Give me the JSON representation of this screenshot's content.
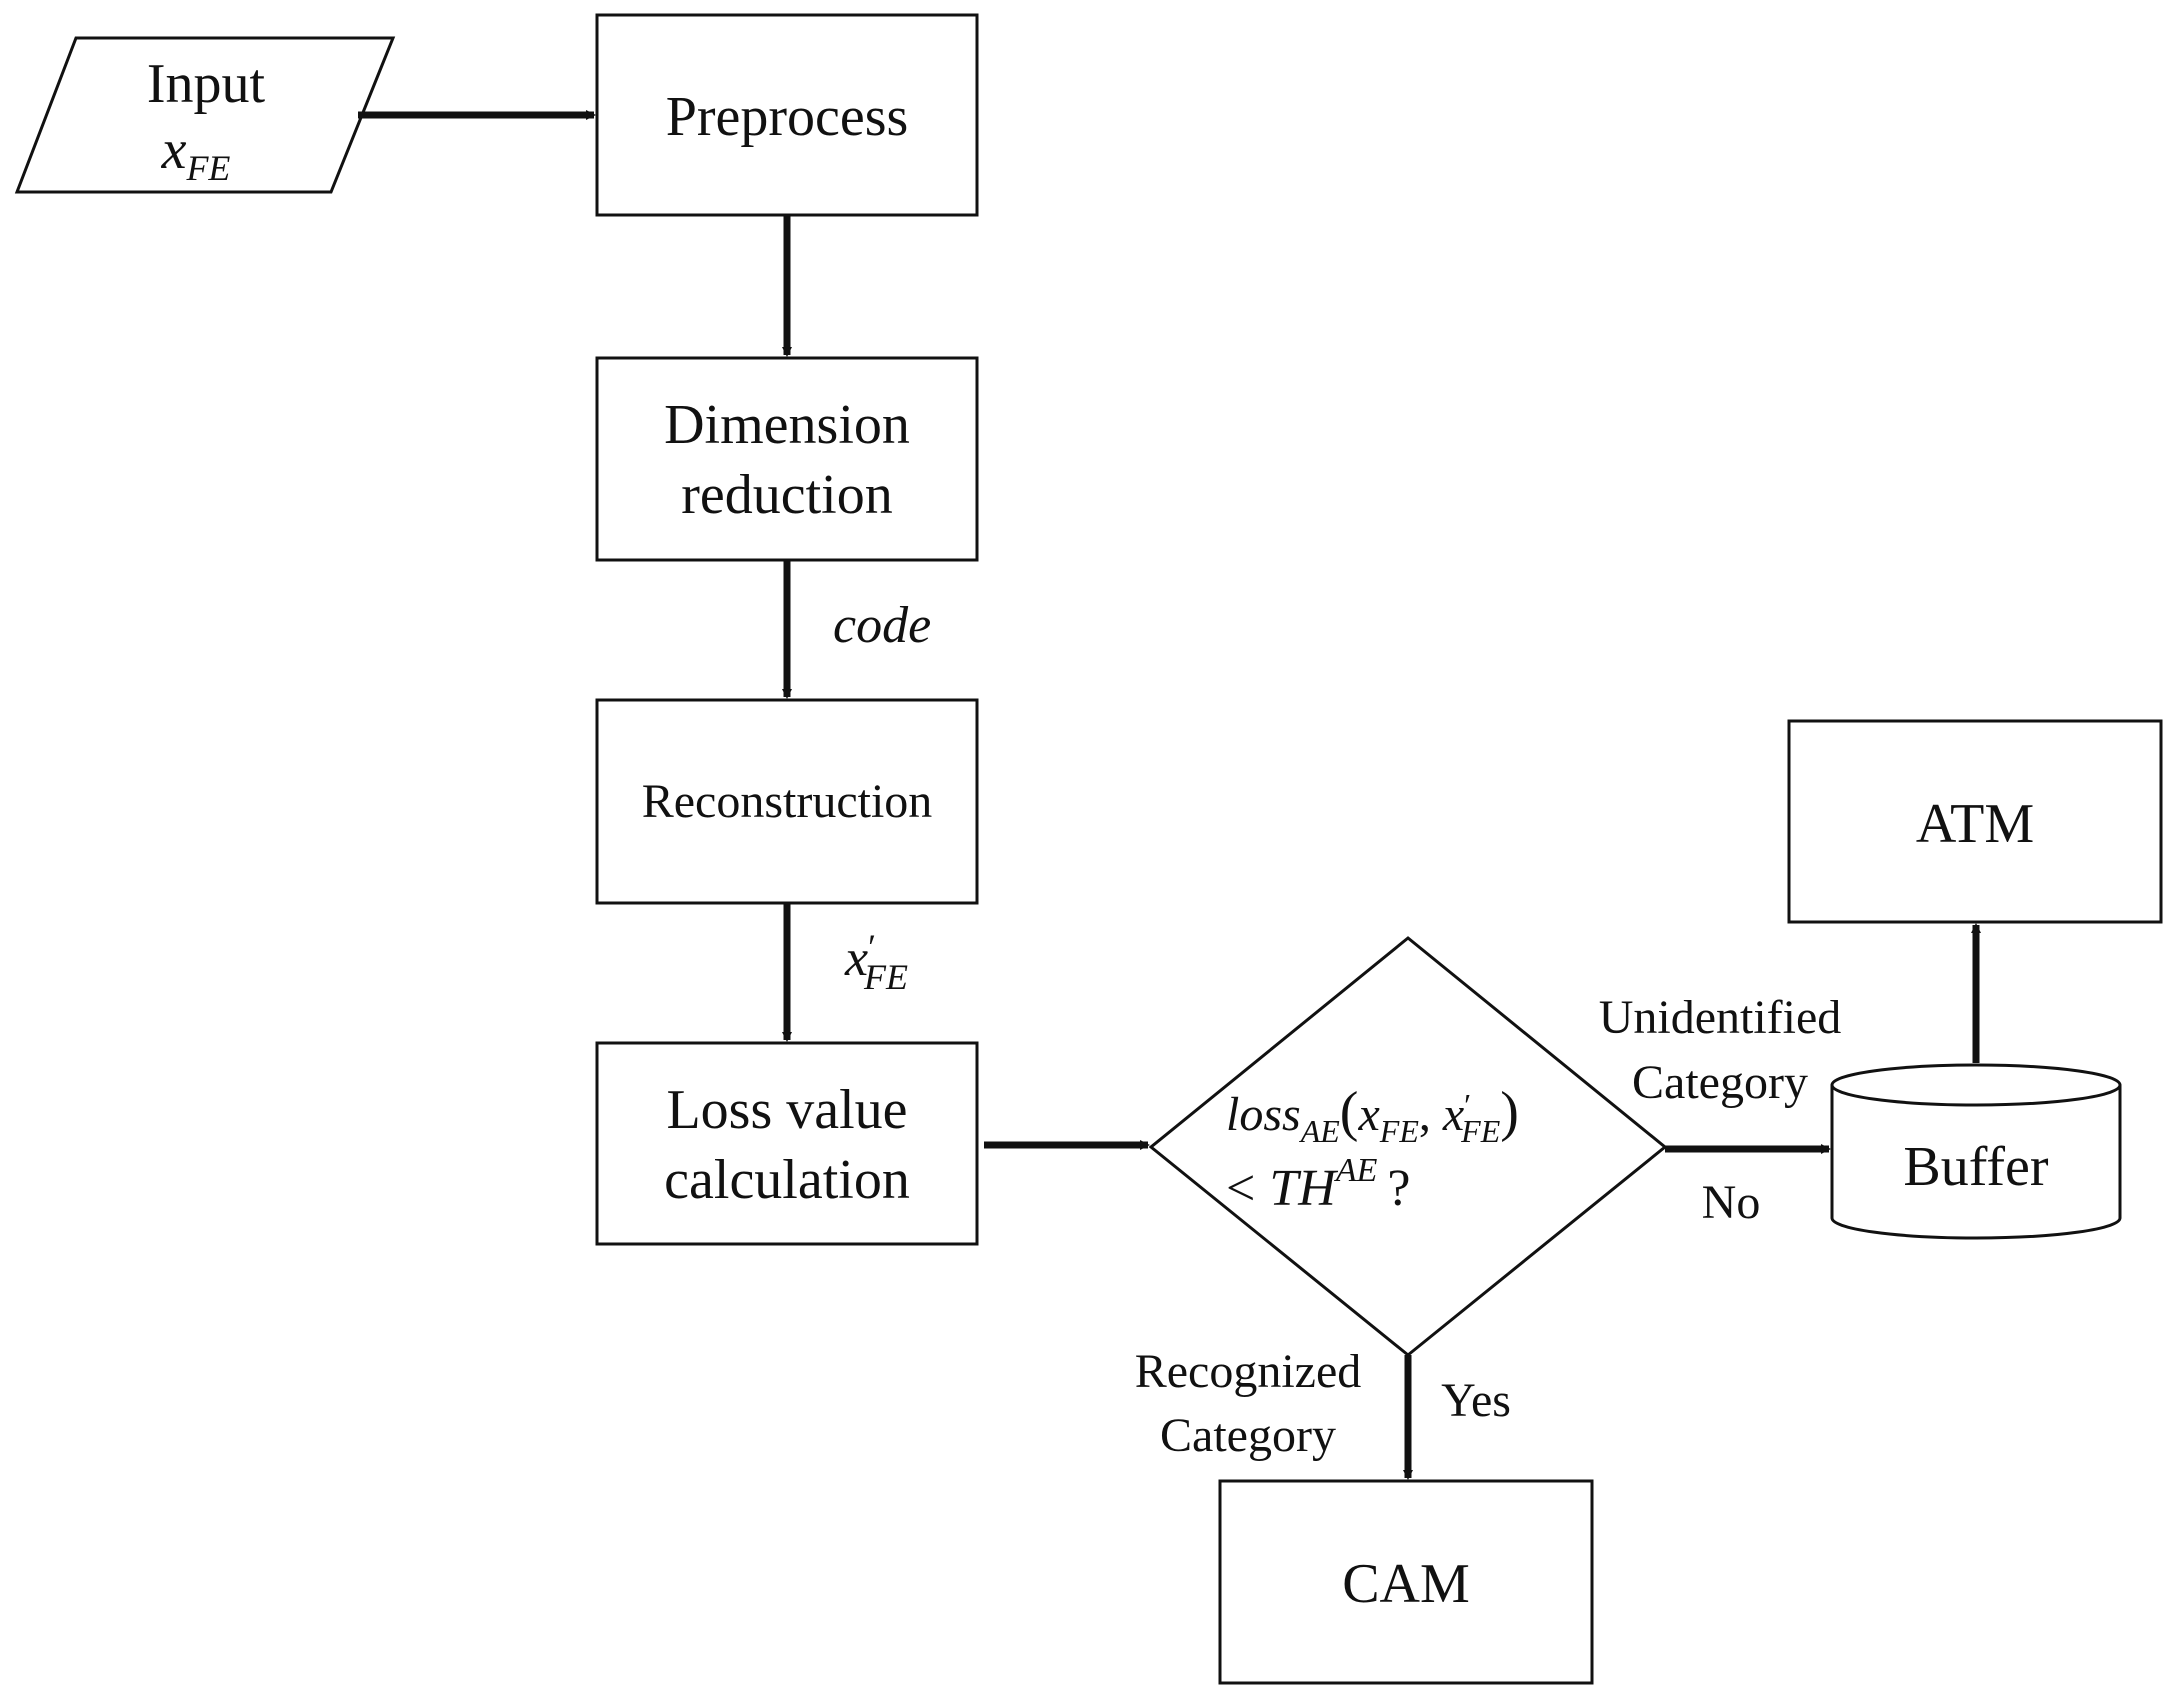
{
  "nodes": {
    "input": {
      "label": "Input",
      "var_base": "x",
      "var_sub": "FE"
    },
    "preprocess": {
      "label": "Preprocess"
    },
    "dimension": {
      "line1": "Dimension",
      "line2": "reduction"
    },
    "reconstruction": {
      "label": "Reconstruction"
    },
    "loss": {
      "line1": "Loss value",
      "line2": "calculation"
    },
    "decision": {
      "loss_base": "loss",
      "loss_sub": "AE",
      "open_paren": "(",
      "x_base": "x",
      "x_sub": "FE",
      "comma": ", ",
      "xp_base": "x",
      "xp_prime": "′",
      "xp_sub": "FE",
      "close_paren": ")",
      "lt": "<",
      "th_base": "TH",
      "th_sup": "AE",
      "question": "?"
    },
    "buffer": {
      "label": "Buffer"
    },
    "atm": {
      "label": "ATM"
    },
    "cam": {
      "label": "CAM"
    }
  },
  "edge_labels": {
    "code": "code",
    "xprime_base": "x",
    "xprime_mark": "′",
    "xprime_sub": "FE",
    "no_branch": {
      "line1": "Unidentified",
      "line2": "Category",
      "answer": "No"
    },
    "yes_branch": {
      "line1": "Recognized",
      "line2": "Category",
      "answer": "Yes"
    }
  },
  "colors": {
    "stroke": "#111111",
    "fill": "#ffffff"
  }
}
